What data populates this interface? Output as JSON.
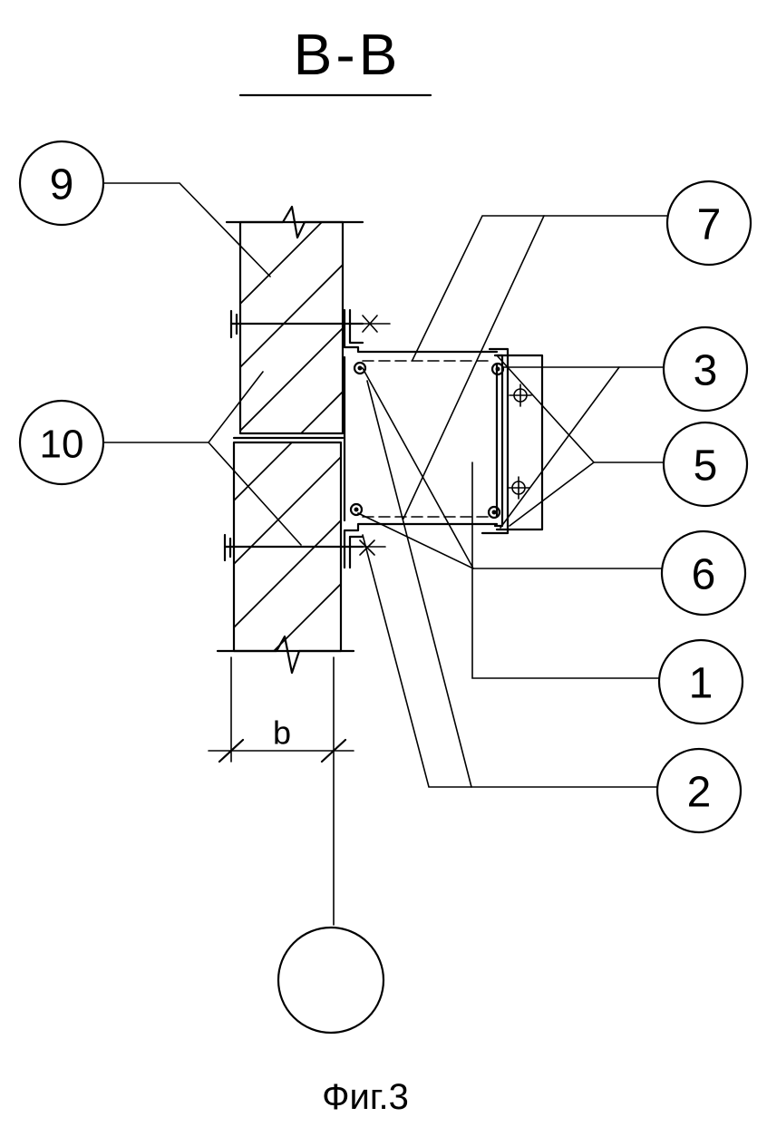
{
  "section_title": "B-B",
  "figure_caption": "Фиг.3",
  "dimension_label": "b",
  "callouts": {
    "c9": "9",
    "c7": "7",
    "c3": "3",
    "c10": "10",
    "c5": "5",
    "c6": "6",
    "c1": "1",
    "c2": "2",
    "bottom": ""
  }
}
